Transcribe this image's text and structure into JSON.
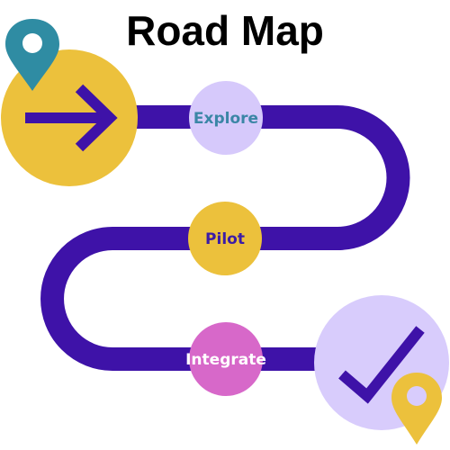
{
  "title": "Road Map",
  "stages": [
    {
      "label": "Explore",
      "fill": "#d6c9fb",
      "text_color": "#3b86a6"
    },
    {
      "label": "Pilot",
      "fill": "#ecc13c",
      "text_color": "#3b1ca8"
    },
    {
      "label": "Integrate",
      "fill": "#d768c9",
      "text_color": "#ffffff"
    }
  ],
  "start": {
    "icon": "arrow-right-icon",
    "fill": "#ecc13c",
    "icon_color": "#3e12a8",
    "pin_icon": "map-pin-icon",
    "pin_color": "#2f8ca3"
  },
  "finish": {
    "icon": "checkmark-icon",
    "fill": "#d8ccfc",
    "icon_color": "#3e12a8",
    "pin_icon": "map-pin-icon",
    "pin_color": "#ecc13c"
  },
  "path_color": "#3e12a8"
}
